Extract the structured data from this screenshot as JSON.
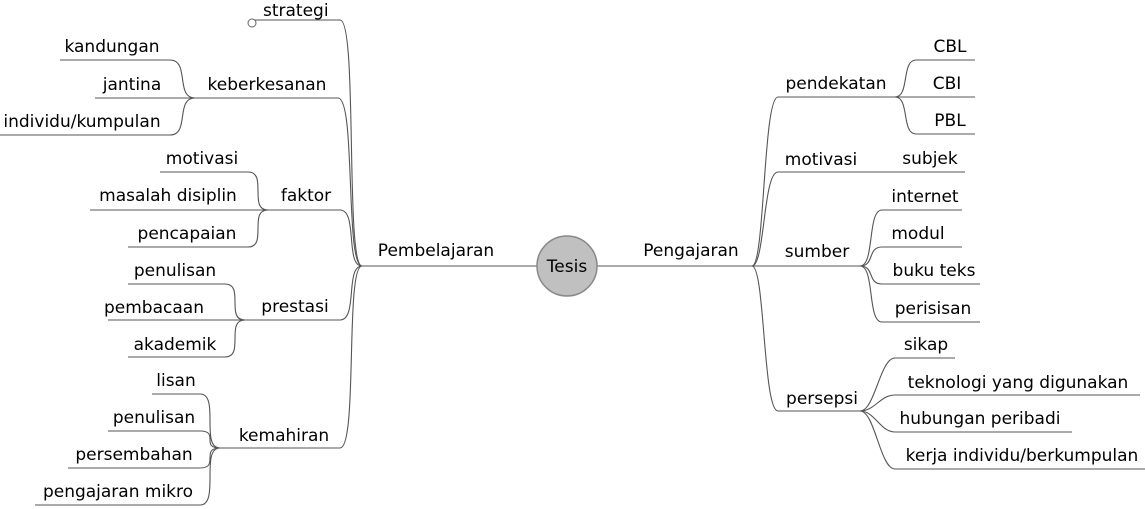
{
  "center": {
    "label": "Tesis",
    "fill": "#c0c0c0"
  },
  "left": {
    "label": "Pembelajaran",
    "branches": [
      {
        "label": "strategi",
        "children": []
      },
      {
        "label": "keberkesanan",
        "children": [
          "kandungan",
          "jantina",
          "individu/kumpulan"
        ]
      },
      {
        "label": "faktor",
        "children": [
          "motivasi",
          "masalah disiplin",
          "pencapaian"
        ]
      },
      {
        "label": "prestasi",
        "children": [
          "penulisan",
          "pembacaan",
          "akademik"
        ]
      },
      {
        "label": "kemahiran",
        "children": [
          "lisan",
          "penulisan",
          "persembahan",
          "pengajaran mikro"
        ]
      }
    ]
  },
  "right": {
    "label": "Pengajaran",
    "branches": [
      {
        "label": "pendekatan",
        "children": [
          "CBL",
          "CBI",
          "PBL"
        ]
      },
      {
        "label": "motivasi",
        "children": [
          "subjek"
        ]
      },
      {
        "label": "sumber",
        "children": [
          "internet",
          "modul",
          "buku teks",
          "perisisan"
        ]
      },
      {
        "label": "persepsi",
        "children": [
          "sikap",
          "teknologi yang digunakan",
          "hubungan peribadi",
          "kerja individu/berkumpulan"
        ]
      }
    ]
  },
  "colors": {
    "line": "#555555",
    "text": "#000000"
  }
}
